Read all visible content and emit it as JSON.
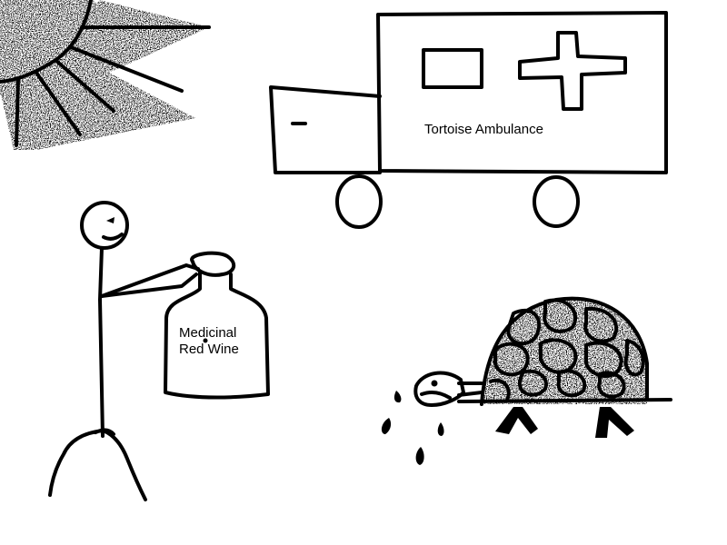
{
  "ambulance": {
    "label": "Tortoise Ambulance"
  },
  "bottle": {
    "label_line1": "Medicinal",
    "label_line2": "Red Wine"
  },
  "colors": {
    "ink": "#000000",
    "background": "#ffffff",
    "speckle": "#555555"
  }
}
